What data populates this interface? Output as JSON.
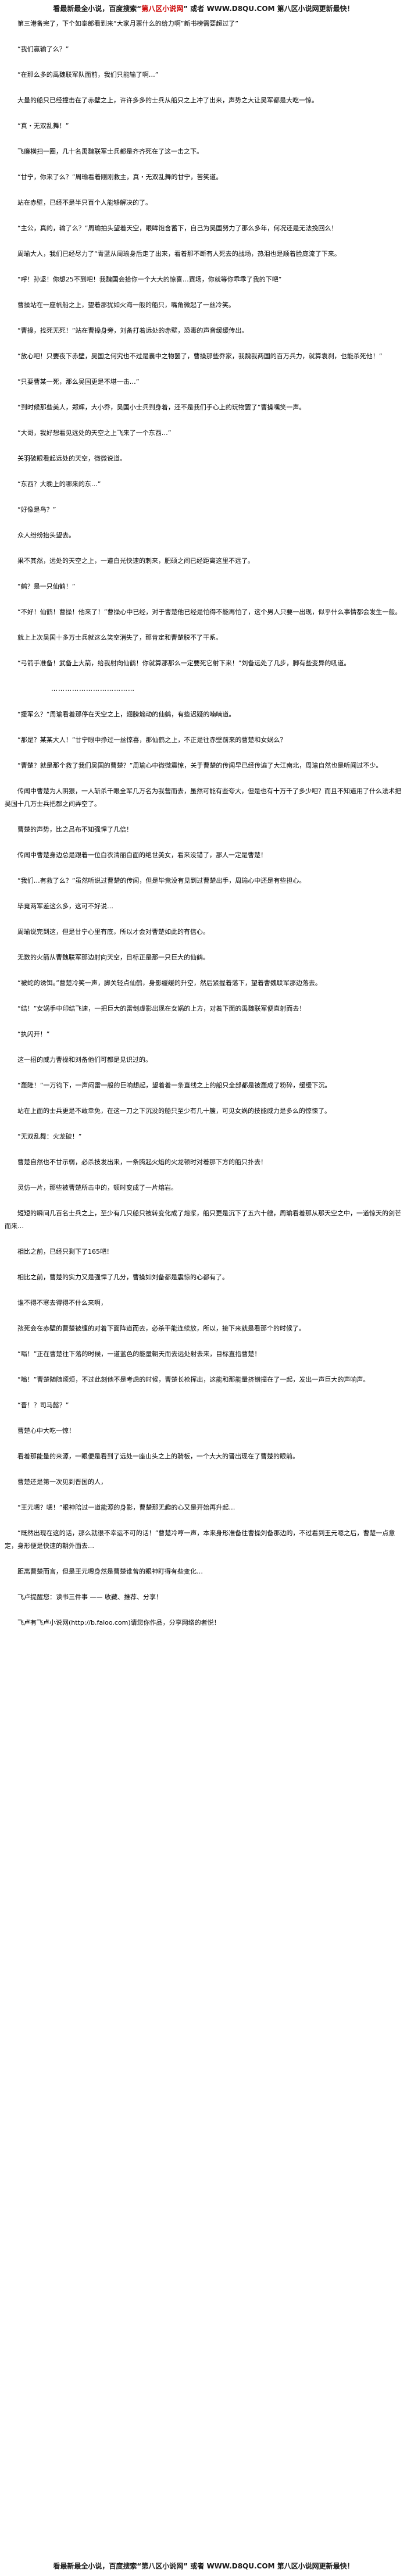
{
  "banner_top": {
    "prefix": "看最新最全小说，百度搜索“",
    "name": "第八区小说网",
    "middle": "” 或者 WWW.D8QU.COM 第八区小说网更新最快！",
    "full": "看最新最全小说，百度搜索“第八区小说网” 或者 WWW.D8QU.COM 第八区小说网更新最快！"
  },
  "banner_bottom": {
    "full": "看最新最全小说，百度搜索“第八区小说网” 或者 WWW.D8QU.COM 第八区小说网更新最快！"
  },
  "paragraphs": [
    "第三港备完了，下个如泰郎看到来“大家月票什么的给力啊”新书榜需要超过了”",
    "“我们赢输了么？”",
    "“在那么多的禹魏联军队面前，我们只能输了啊…”",
    "大量的船只已经撞击在了赤壁之上，许许多多的士兵从船只之上冲了出来，声势之大让吴军都是大吃一惊。",
    "“真・无双乱舞！”",
    "飞廉横扫一圈，几十名禹魏联军士兵都是齐齐死在了这一击之下。",
    "“甘宁，你来了么？”周瑜看着刚刚救主，真・无双乱舞的甘宁，苦笑道。",
    "站在赤壁，已经不是半只百个人能够解决的了。",
    "“主公，真的，输了么？”周瑜拍头望着天空，眼眸饱含蓄下，自己为吴国努力了那么多年，何况还是无法挽回么！",
    "周瑜大人，我们已经尽力了“青蓝从周瑜身后走了出来，看着那不断有人死去的战场，热泪也是顺着脸庞流了下来。",
    "“呼！孙坚！你想25不到吧！我魏国会拾你一个大大的惊喜…赛场，你就等你乖乖了我的下吧”",
    "曹操站在一座帆船之上，望着那犹如火海一般的船只，嘴角微起了一丝冷笑。",
    "“曹操，找死无死！”站在曹操身旁，刘备打着远处的赤壁，恐毒的声音缓缓传出。",
    "“放心吧！只要夜下赤壁，吴国之何究也不过是囊中之物罢了，曹操那些乔家，我魏我两国的百万兵力，就算袁刹，也能杀死他！”",
    "“只要曹某一死，那么吴国更是不堪一击…”",
    "“到时候那些美人，郑辉，大小乔，吴国小士兵到身着，还不是我们手心上的玩物罢了”曹操嘿笑一声。",
    "“大哥，我好想看见远处的天空之上飞来了一个东西…”",
    "关羽破眼看起远处的天空，微微说道。",
    "“东西？大晚上的哪来的东…”",
    "“好像是鸟？”",
    "众人纷纷抬头望去。",
    "果不其然，远处的天空之上，一道白光快速的刺来，肥硕之间已经距离这里不远了。",
    "“鹤？是一只仙鹤！”",
    "“不好！仙鹤！曹操！他来了！”曹操心中已经，对于曹楚他已经是怕得不能再怕了，这个男人只要一出现，似乎什么事情都会发生一般。",
    "就上上次吴国十多万士兵就这么笑空消失了，那肯定和曹楚脱不了干系。",
    "“弓箭手准备！武备上大箭，给我射向仙鹤！你就算那那么一定要死它射下来！”刘备远处了几步，脚有些变异的吼道。",
    "………………………………",
    "“援军么？”周瑜看着那停在天空之上，翅膀煽动的仙鹤，有些迟疑的喃喃道。",
    "“那是？某某大人！”甘宁眼中挣过一丝惊喜，那仙鹤之上，不正是往赤壁前来的曹楚和女娲么？",
    "“曹楚？就是那个救了我们吴国的曹楚？”周瑜心中微微震惊，关于曹楚的传闻早已经传遍了大江南北，周瑜自然也是听闻过不少。",
    "传闻中曹楚为人阴狠，一人斩杀千眼全军几万名为我营而去，虽然可能有些夸大，但是也有十万千了多少吧？而且不知道用了什么法术把吴国十几万士兵把都之间弄空了。",
    "曹楚的声势，比之吕布不知强悍了几倍！",
    "传闻中曹楚身边总是跟着一位白衣清丽白面的绝世美女，看来没错了，那人一定是曹楚！",
    "“我们…有救了么？”虽然听说过曹楚的传闻，但是毕竟没有见到过曹楚出手，周瑜心中还是有些担心。",
    "毕竟两军差这么多，这可不好说…",
    "周瑜说完到这，但是甘宁心里有底，所以才会对曹楚如此的有信心。",
    "无数的火箭从曹魏联军那边射向天空，目标正是那一只巨大的仙鹤。",
    "“被蛇的诱饵。”曹楚冷笑一声，脚关轻点仙鹤，身影缓缓的升空，然后紧握着落下，望着曹魏联军那边落去。",
    "“结！”女娲手中印结飞速，一把巨大的雷剑虚影出现在女娲的上方，对着下面的禹魏联军便直射而去！",
    "“执闪开！”",
    "这一招的威力曹操和刘备他们可都是见识过的。",
    "“轰隆！”一万钧下，一声闷雷一般的巨响想起，望着着一条直线之上的船只全部都是被轰成了粉碎，缓缓下沉。",
    "站在上面的士兵更是不敢幸免，在这一刀之下沉没的船只至少有几十艘，可见女娲的技能威力是多么的惊悚了。",
    "“无双乱舞：火龙破！”",
    "曹楚自然也不甘示弱，必杀技发出来，一条腾起火焰的火龙顿时对着那下方的船只扑去！",
    "灵仿一片，那些被曹楚所击中的，顿时变成了一片熔岩。",
    "短短的瞬间几百名士兵之上，至少有几只船只被转变化成了熔浆，船只更是沉下了五六十艘，周瑜看着那从那天空之中，一道惊天的剑芒而来…",
    "相比之前，已经只剩下了165吧！",
    "相比之前，曹楚的实力又是强悍了几分，曹操如刘备都是震惊的心都有了。",
    "谁不得不寒去得得不什么来啊，",
    "孩死会在赤壁的曹楚被缠的对着下面阵道而去，必杀干能连续放，所以，接下来就是看那个的时候了。",
    "“嗡！”正在曹楚往下落的时候，一道蓝色的能量朝天而去远处射去来，目标直指曹楚！",
    "“嗡！”曹楚随随烦烦，不过此刻他不是考虑的时候，曹楚长枪挥出，这能和那能量挤错撞在了一起，发出一声巨大的声响声。",
    "“晋！？司马懿？”",
    "曹楚心中大吃一惊！",
    "看着那能量的来源，一眼便是看到了远处一座山头之上的骑板，一个大大的晋出现在了曹楚的眼前。",
    "曹楚还是第一次见到晋国的人，",
    "“王元嗯？嗯！”眼神陪过一道能源的身影，曹楚那无趣的心又是开始再升起…",
    "“既然出现在这的话，那么就很不幸运不可的话！”曹楚冷哼一声，本来身形准备往曹操刘备那边的，不过看到王元嗯之后，曹楚一点意定，身形便是快速的朝外面去…",
    "距离曹楚而言，但是王元嗯身然是曹楚谁曾的眼神盯得有些变化…",
    "飞卢提醒您：读书三件事 —— 收藏、推荐、分享！",
    "飞卢有飞卢小说网(http://b.faloo.com)请您你作品，分享网络的者悦！"
  ]
}
